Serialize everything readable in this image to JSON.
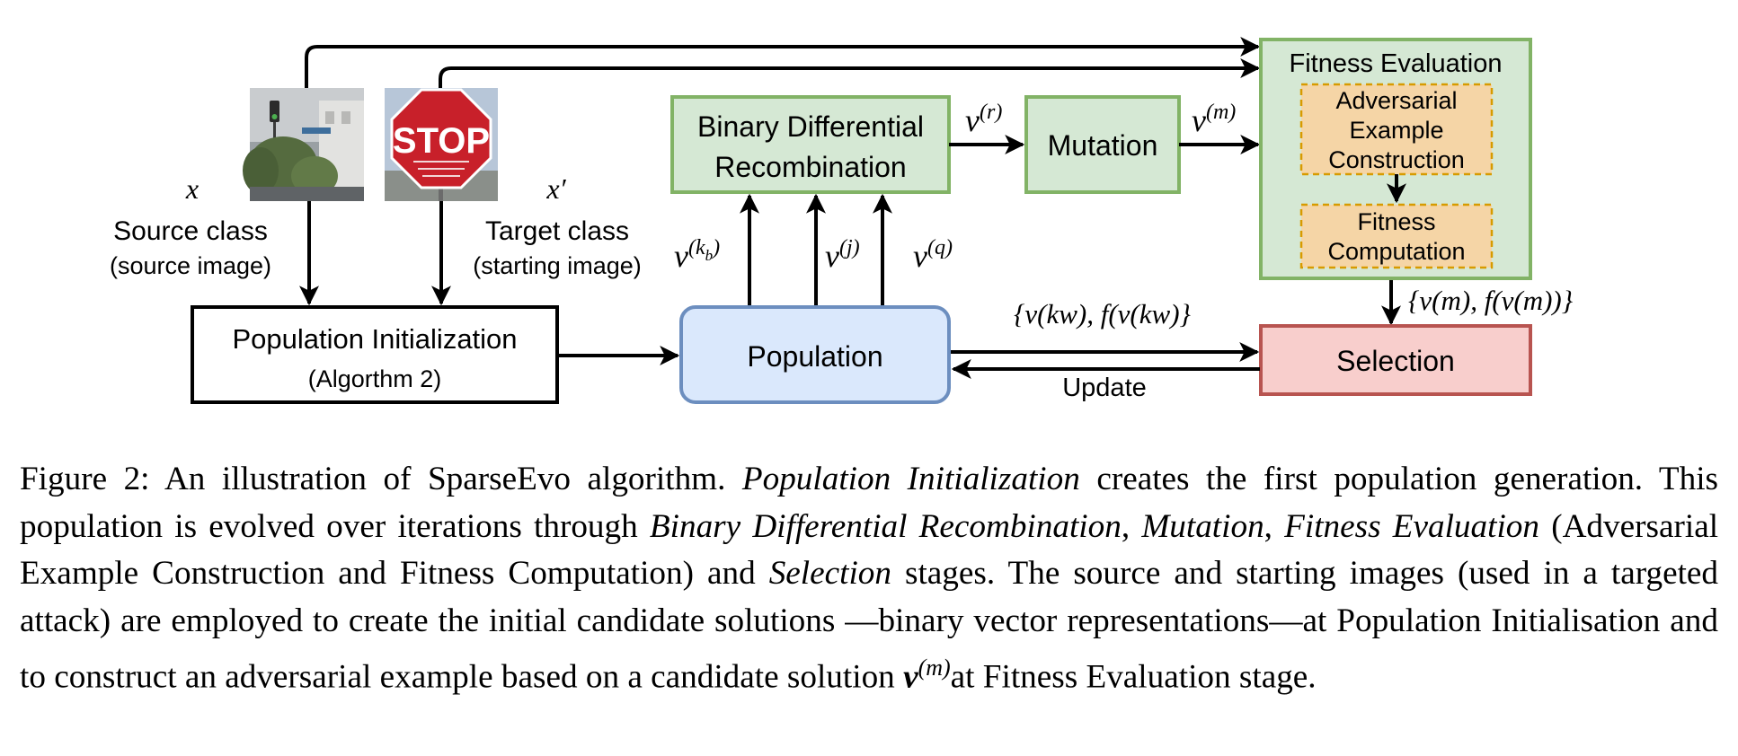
{
  "diagram": {
    "blocks": {
      "pop_init": {
        "title": "Population Initialization",
        "subtitle": "(Algorthm 2)"
      },
      "population": {
        "label": "Population"
      },
      "bdr": {
        "line1": "Binary Differential",
        "line2": "Recombination"
      },
      "mutation": {
        "label": "Mutation"
      },
      "fitness_eval": {
        "title": "Fitness Evaluation"
      },
      "adv_construction": {
        "line1": "Adversarial",
        "line2": "Example",
        "line3": "Construction"
      },
      "fitness_computation": {
        "line1": "Fitness",
        "line2": "Computation"
      },
      "selection": {
        "label": "Selection"
      }
    },
    "images": {
      "source": {
        "symbol": "x",
        "label": "Source class",
        "sublabel": "(source image)"
      },
      "target": {
        "symbol": "x′",
        "label": "Target class",
        "sublabel": "(starting image)",
        "sign_text": "STOP"
      }
    },
    "edge_labels": {
      "v_kb": {
        "base": "v",
        "sup": "(k",
        "sub": "b",
        "close": ")"
      },
      "v_j": {
        "base": "v",
        "sup": "(j)"
      },
      "v_q": {
        "base": "v",
        "sup": "(q)"
      },
      "v_r": {
        "base": "v",
        "sup": "(r)"
      },
      "v_m": {
        "base": "v",
        "sup": "(m)"
      },
      "fit_m": "{v(m), f(v(m))}",
      "fit_kw": "{v(kw), f(v(kw)}",
      "update": "Update"
    },
    "colors": {
      "green_fill": "#d5e8d4",
      "green_stroke": "#82b366",
      "blue_fill": "#dae8fc",
      "blue_stroke": "#6c8ebf",
      "orange_fill": "#f5d5a6",
      "orange_stroke": "#d79b00",
      "red_fill": "#f8cecc",
      "red_stroke": "#b85450"
    }
  },
  "caption": {
    "figure_label": "Figure 2:",
    "s1": "An illustration of SparseEvo algorithm.",
    "t_pop_init": "Population Initialization",
    "s2": "creates the first population generation. This population is evolved over iterations through",
    "t_bdr": "Binary Differential Recombination",
    "t_mutation": "Mutation",
    "t_fitness": "Fitness Evaluation",
    "s3": "(Adversarial Example Construction and Fitness Computation) and",
    "t_selection": "Selection",
    "s4": "stages. The source and starting images (used in a targeted attack) are employed to create the initial candidate solutions —binary vector representations—at Population Initialisation and to construct an adversarial example based on a candidate solution",
    "v_base": "v",
    "v_sup": "(m)",
    "s5": "at Fitness Evaluation stage."
  }
}
